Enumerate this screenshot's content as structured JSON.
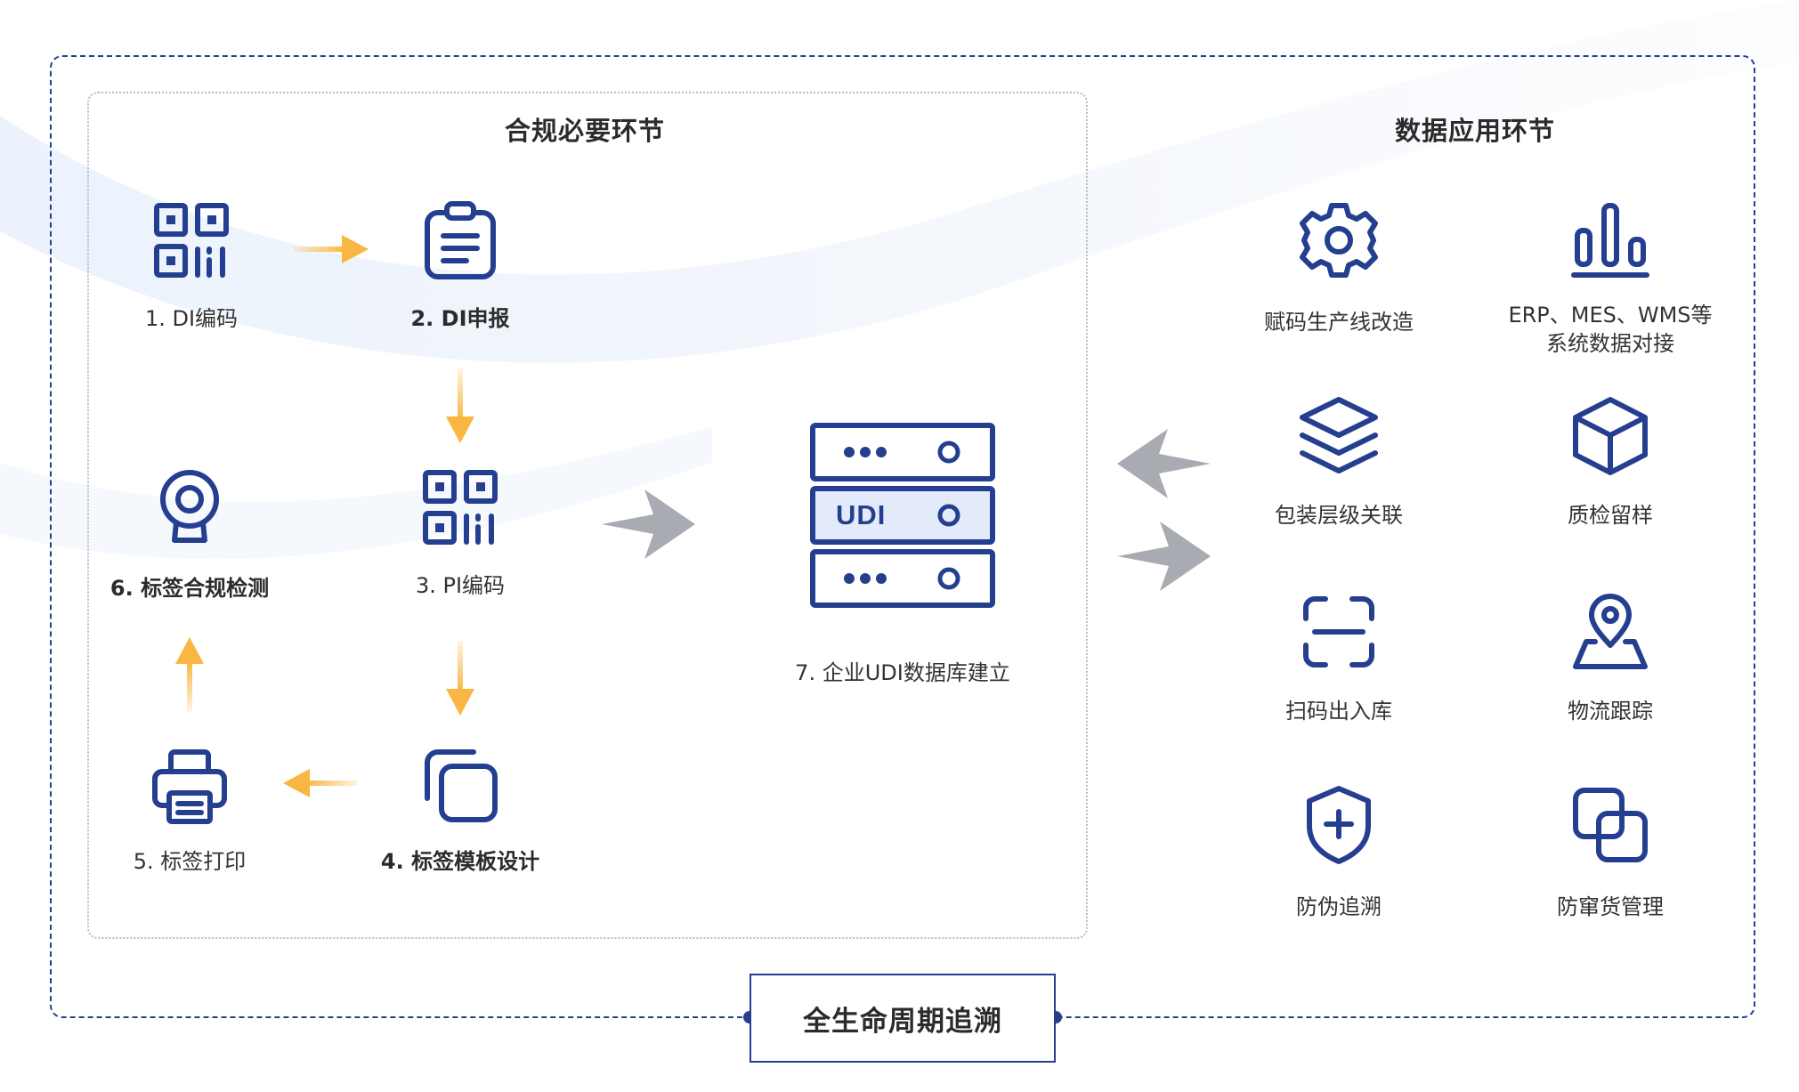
{
  "colors": {
    "navy": "#243f8f",
    "orange_arrow": "#f9b642",
    "gray_arrow": "#a9abb2",
    "udi_highlight": "#e3ebfb"
  },
  "sections": {
    "compliance_title": "合规必要环节",
    "application_title": "数据应用环节"
  },
  "compliance_steps": [
    {
      "label": "1. DI编码",
      "icon": "qr-code-icon"
    },
    {
      "label": "2. DI申报",
      "icon": "clipboard-icon"
    },
    {
      "label": "3. PI编码",
      "icon": "qr-code-icon"
    },
    {
      "label": "4. 标签模板设计",
      "icon": "copy-icon"
    },
    {
      "label": "5. 标签打印",
      "icon": "printer-icon"
    },
    {
      "label": "6. 标签合规检测",
      "icon": "webcam-icon"
    }
  ],
  "database": {
    "label": "7. 企业UDI数据库建立",
    "middle_text": "UDI",
    "icon": "server-stack-icon"
  },
  "applications": [
    {
      "label": "赋码生产线改造",
      "icon": "gear-icon"
    },
    {
      "label": "ERP、MES、WMS等",
      "label2": "系统数据对接",
      "icon": "bar-chart-icon"
    },
    {
      "label": "包装层级关联",
      "icon": "layers-icon"
    },
    {
      "label": "质检留样",
      "icon": "cube-icon"
    },
    {
      "label": "扫码出入库",
      "icon": "scan-icon"
    },
    {
      "label": "物流跟踪",
      "icon": "map-pin-icon"
    },
    {
      "label": "防伪追溯",
      "icon": "shield-plus-icon"
    },
    {
      "label": "防窜货管理",
      "icon": "overlap-squares-icon"
    }
  ],
  "footer": {
    "label": "全生命周期追溯"
  }
}
